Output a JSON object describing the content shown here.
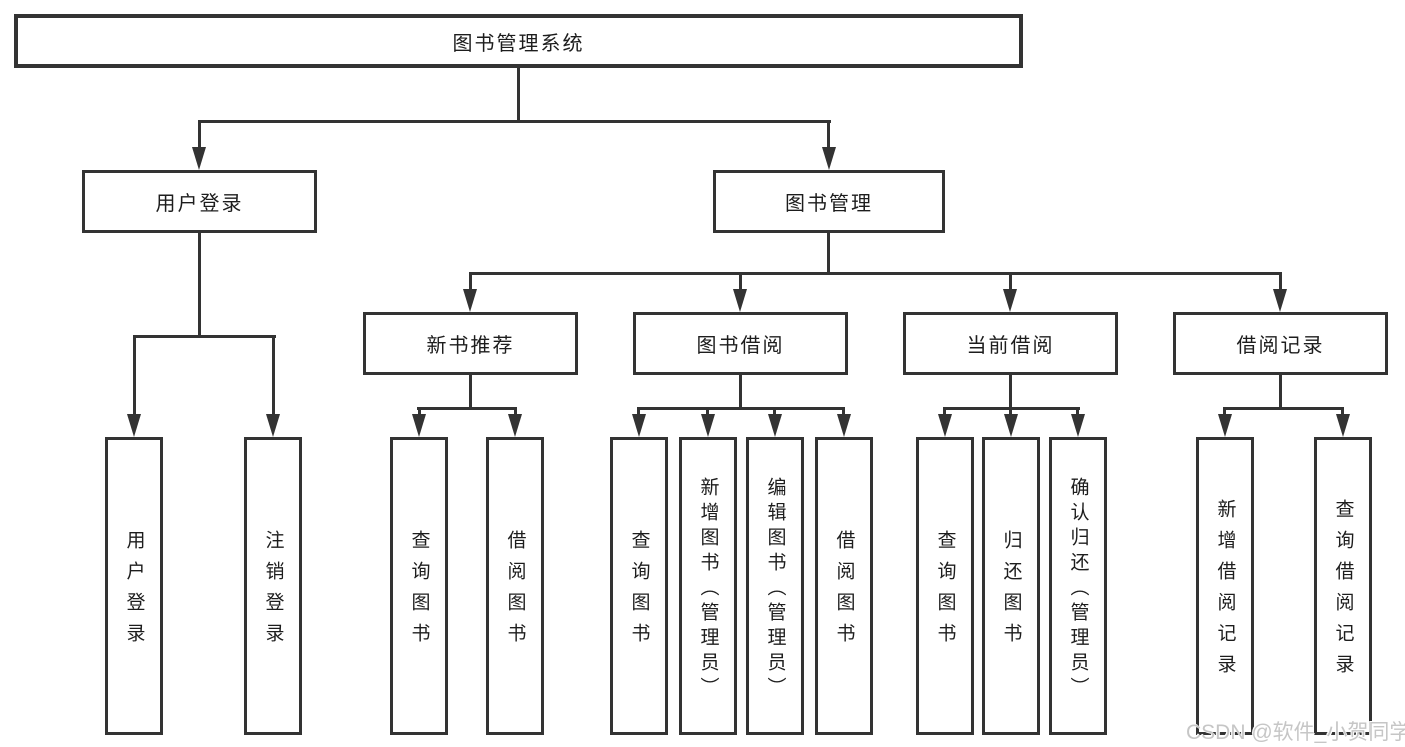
{
  "diagram": {
    "root": {
      "label": "图书管理系统"
    },
    "branches": [
      {
        "label": "用户登录",
        "leaves": [
          "用户登录",
          "注销登录"
        ]
      },
      {
        "label": "图书管理",
        "groups": [
          {
            "label": "新书推荐",
            "leaves": [
              "查询图书",
              "借阅图书"
            ]
          },
          {
            "label": "图书借阅",
            "leaves": [
              "查询图书",
              "新增图书（管理员）",
              "编辑图书（管理员）",
              "借阅图书"
            ]
          },
          {
            "label": "当前借阅",
            "leaves": [
              "查询图书",
              "归还图书",
              "确认归还（管理员）"
            ]
          },
          {
            "label": "借阅记录",
            "leaves": [
              "新增借阅记录",
              "查询借阅记录"
            ]
          }
        ]
      }
    ],
    "watermark": "CSDN @软件_小贺同学",
    "colors": {
      "line": "#333333",
      "text": "#1d1d1d",
      "watermark": "#c6c6c6",
      "background": "#ffffff"
    }
  }
}
